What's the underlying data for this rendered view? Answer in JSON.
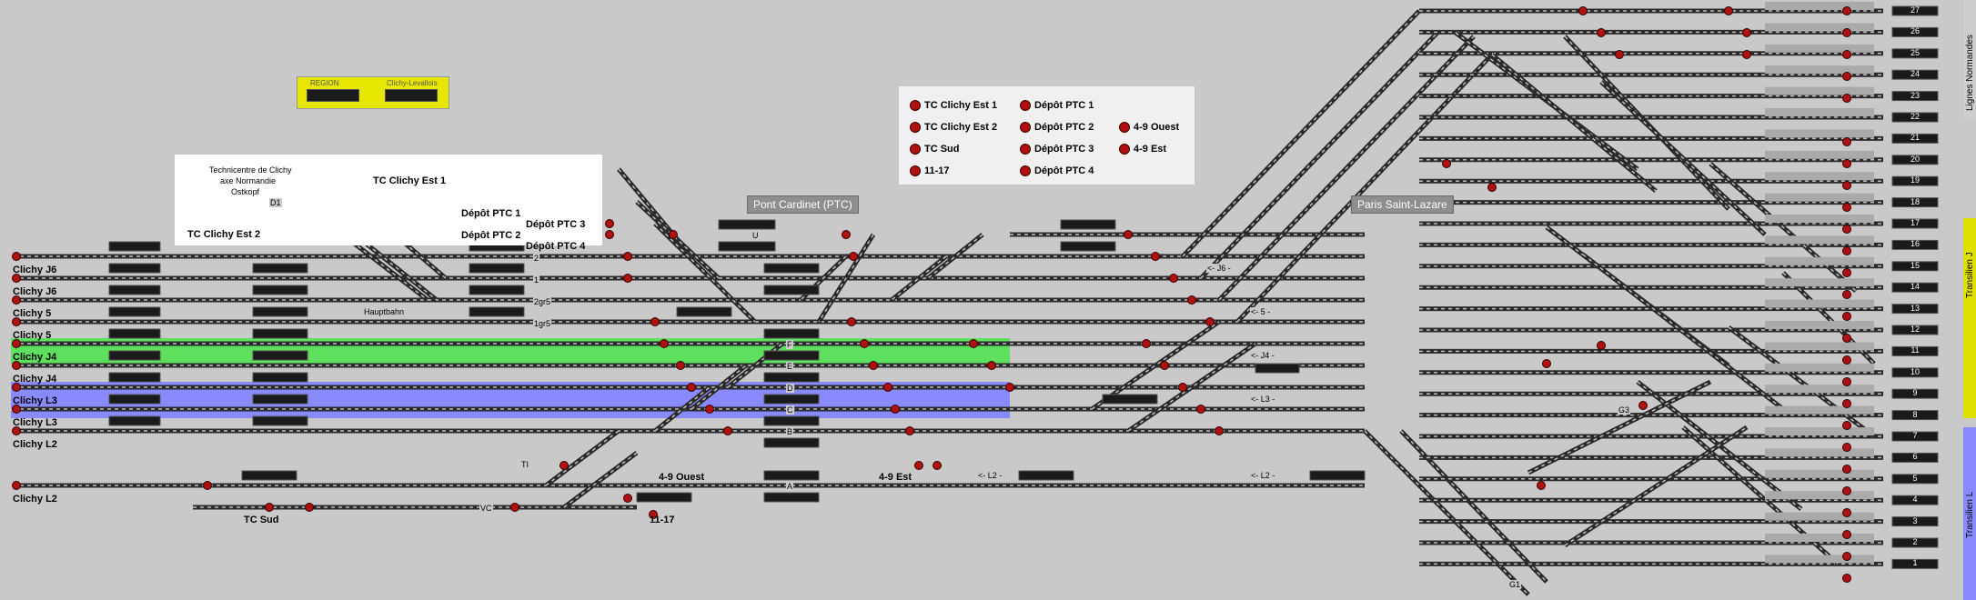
{
  "region_panel": {
    "region_label": "REGION",
    "area_label": "Clichy-Levallois"
  },
  "technicentre": {
    "line1": "Technicentre de Clichy",
    "line2": "axe Normandie",
    "line3": "Ostkopf",
    "tc_est1": "TC Clichy Est 1",
    "tc_est2": "TC Clichy Est 2"
  },
  "depots": [
    "Dépôt PTC 1",
    "Dépôt PTC 3",
    "Dépôt PTC 2",
    "Dépôt PTC 4"
  ],
  "legend": {
    "col1": [
      "TC Clichy Est 1",
      "TC Clichy Est 2",
      "TC Sud",
      "11-17"
    ],
    "col2": [
      "Dépôt PTC 1",
      "Dépôt PTC 2",
      "Dépôt PTC 3",
      "Dépôt PTC 4"
    ],
    "col3": [
      "4-9 Ouest",
      "4-9 Est"
    ]
  },
  "stations": {
    "pont_cardinet": "Pont Cardinet (PTC)",
    "paris_saint_lazare": "Paris Saint-Lazare"
  },
  "left_tracks": [
    "Clichy J6",
    "Clichy J6",
    "Clichy 5",
    "Clichy 5",
    "Clichy J4",
    "Clichy J4",
    "Clichy L3",
    "Clichy L3",
    "Clichy L2",
    "Clichy L2"
  ],
  "hauptbahn": "Hauptbahn",
  "track_names": {
    "d1": "D1",
    "t2": "2",
    "t1": "1",
    "t2gr5": "2gr5",
    "t1gr5": "1gr5",
    "u": "U",
    "f": "F",
    "e": "E",
    "d": "D",
    "c": "C",
    "b": "B",
    "a": "A",
    "ti": "TI",
    "vc": "VC",
    "j6": "<- J6 -",
    "five": "<- 5 -",
    "j4": "<- J4 -",
    "l3": "<- L3 -",
    "l2a": "<- L2 -",
    "l2b": "<- L2 -",
    "g3": "G3",
    "g1": "G1"
  },
  "bottom_labels": {
    "tc_sud": "TC Sud",
    "est49": "4-9 Est",
    "ouest49": "4-9 Ouest",
    "t1117": "11-17"
  },
  "platforms": [
    "27",
    "26",
    "25",
    "24",
    "23",
    "22",
    "21",
    "20",
    "19",
    "18",
    "17",
    "16",
    "15",
    "14",
    "13",
    "12",
    "11",
    "10",
    "9",
    "8",
    "7",
    "6",
    "5",
    "4",
    "3",
    "2",
    "1"
  ],
  "right_bands": {
    "top": "Lignes Normandes",
    "mid": "Transilien J",
    "bot": "Transilien L"
  },
  "colors": {
    "green": "#5ee05e",
    "blue": "#8a8aff",
    "signal": "#b01010",
    "yellow": "#e0e000"
  }
}
